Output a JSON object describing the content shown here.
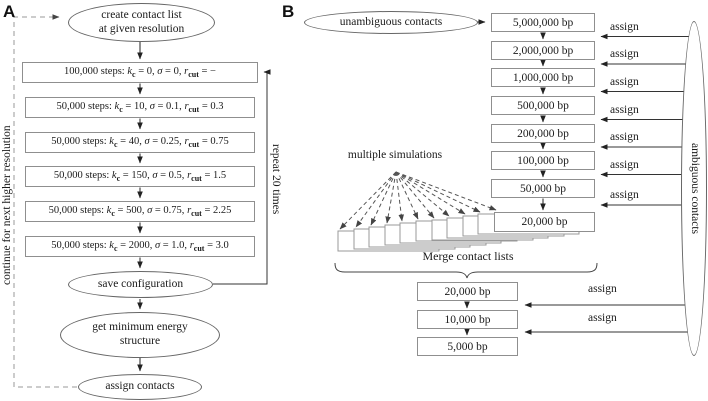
{
  "panelA": {
    "label": "A",
    "create_ellipse_line1": "create contact list",
    "create_ellipse_line2": "at given resolution",
    "symbols": {
      "k": "k",
      "c": "c",
      "sigma": "σ",
      "r": "r",
      "cut": "cut"
    },
    "steps": [
      {
        "duration": "100,000 steps:",
        "kc": "= 0,",
        "sigma": "= 0,",
        "rcut": "= −"
      },
      {
        "duration": "50,000 steps:",
        "kc": "= 10,",
        "sigma": "= 0.1,",
        "rcut": "= 0.3"
      },
      {
        "duration": "50,000 steps:",
        "kc": "= 40,",
        "sigma": "= 0.25,",
        "rcut": "= 0.75"
      },
      {
        "duration": "50,000 steps:",
        "kc": "= 150,",
        "sigma": "= 0.5,",
        "rcut": "= 1.5"
      },
      {
        "duration": "50,000 steps:",
        "kc": "= 500,",
        "sigma": "= 0.75,",
        "rcut": "= 2.25"
      },
      {
        "duration": "50,000 steps:",
        "kc": "= 2000,",
        "sigma": "= 1.0,",
        "rcut": "= 3.0"
      }
    ],
    "save_label": "save configuration",
    "min_energy_line1": "get minimum energy",
    "min_energy_line2": "structure",
    "assign_label": "assign contacts",
    "left_loop_label": "continue for next higher resolution",
    "right_loop_label": "repeat 20 times"
  },
  "panelB": {
    "label": "B",
    "unambiguous_label": "unambiguous contacts",
    "ambiguous_label": "ambiguous contacts",
    "resolutions": [
      "5,000,000 bp",
      "2,000,000 bp",
      "1,000,000 bp",
      "500,000 bp",
      "200,000 bp",
      "100,000 bp",
      "50,000 bp",
      "20,000 bp"
    ],
    "assign_label": "assign",
    "multiple_simulations_label": "multiple simulations",
    "merge_label": "Merge contact lists",
    "merged_resolutions": [
      "20,000 bp",
      "10,000 bp",
      "5,000 bp"
    ]
  }
}
